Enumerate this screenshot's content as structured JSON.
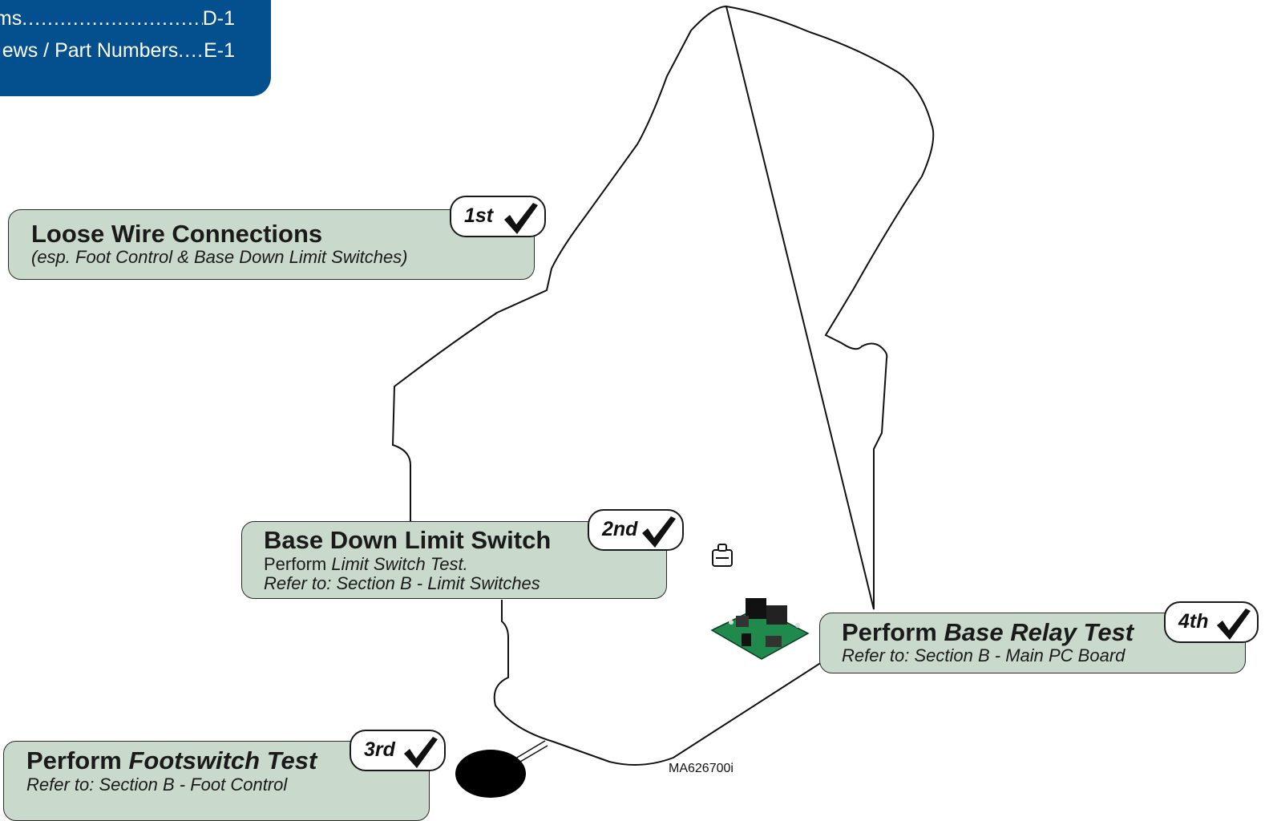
{
  "toc": {
    "lines": [
      {
        "text": "ams",
        "dots": "..............................",
        "page": "D-1"
      },
      {
        "text": "ews / Part Numbers",
        "dots": "....",
        "page": "E-1"
      }
    ]
  },
  "steps": [
    {
      "ordinal": "1st",
      "title": "Loose Wire Connections",
      "sub_lines": [
        "(esp. Foot Control & Base Down Limit Switches)"
      ]
    },
    {
      "ordinal": "2nd",
      "title": "Base Down Limit Switch",
      "sub_prefix": "Perform ",
      "sub_italic": "Limit Switch Test.",
      "sub_line2": "Refer to: Section B - Limit Switches"
    },
    {
      "ordinal": "3rd",
      "title_prefix": "Perform ",
      "title_italic": "Footswitch Test",
      "sub_line": "Refer to: Section B - Foot Control"
    },
    {
      "ordinal": "4th",
      "title_prefix": "Perform ",
      "title_italic": "Base Relay Test",
      "sub_line": "Refer to: Section B - Main PC Board"
    }
  ],
  "drawing_code": "MA626700i",
  "colors": {
    "toc_bg": "#044f8d",
    "callout_bg": "#c9d9cc",
    "board_green": "#1f8a4c"
  }
}
